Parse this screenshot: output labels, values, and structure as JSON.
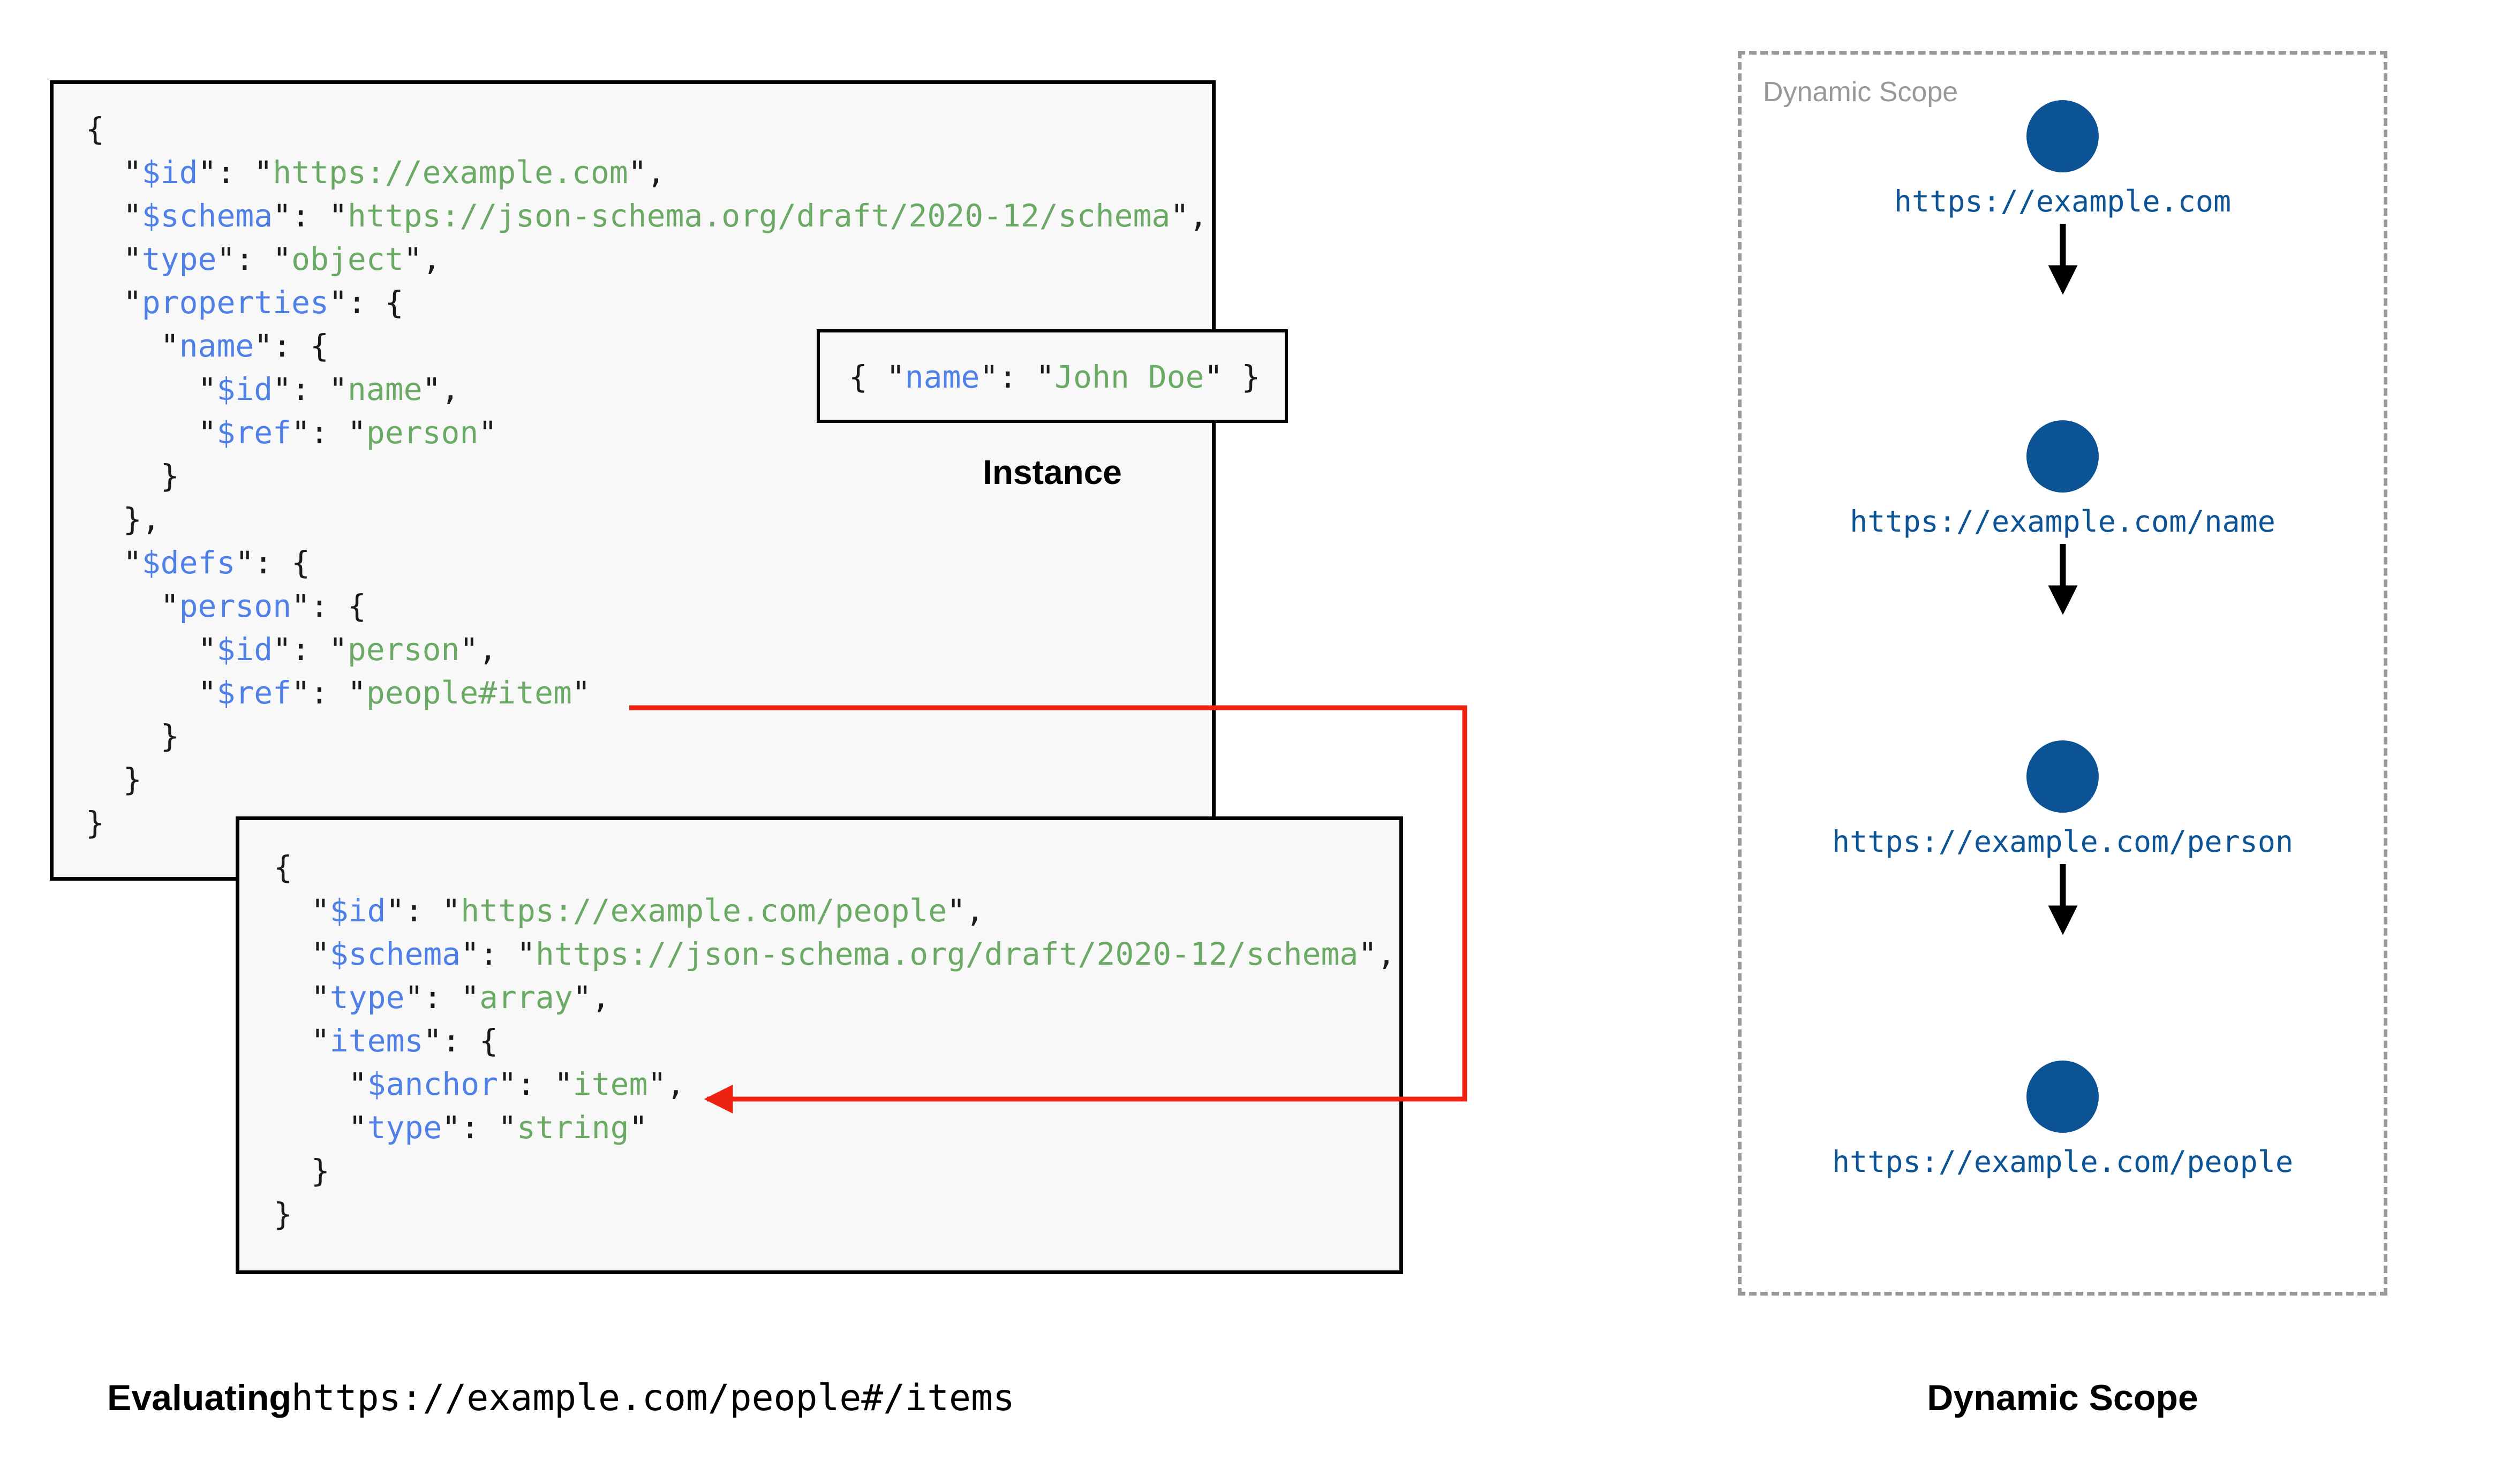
{
  "diagram": {
    "title": "JSON Schema dynamic scope evaluation",
    "colors": {
      "key": "#4f80e8",
      "string": "#6aaa64",
      "punct": "#1a1a1a",
      "box_border": "#000000",
      "box_background": "#f8f8f8",
      "ref_arrow": "#ee2211",
      "scope_border": "#999999",
      "scope_label": "#999999",
      "node_fill": "#0b5394",
      "node_label": "#0d5496",
      "page_background": "#ffffff"
    }
  },
  "schema_root": {
    "name": "root-schema-box",
    "lines": [
      [
        {
          "t": "punct",
          "v": "{"
        }
      ],
      [
        {
          "t": "punct",
          "v": "  \""
        },
        {
          "t": "key",
          "v": "$id"
        },
        {
          "t": "punct",
          "v": "\": \""
        },
        {
          "t": "str",
          "v": "https://example.com"
        },
        {
          "t": "punct",
          "v": "\","
        }
      ],
      [
        {
          "t": "punct",
          "v": "  \""
        },
        {
          "t": "key",
          "v": "$schema"
        },
        {
          "t": "punct",
          "v": "\": \""
        },
        {
          "t": "str",
          "v": "https://json-schema.org/draft/2020-12/schema"
        },
        {
          "t": "punct",
          "v": "\","
        }
      ],
      [
        {
          "t": "punct",
          "v": "  \""
        },
        {
          "t": "key",
          "v": "type"
        },
        {
          "t": "punct",
          "v": "\": \""
        },
        {
          "t": "str",
          "v": "object"
        },
        {
          "t": "punct",
          "v": "\","
        }
      ],
      [
        {
          "t": "punct",
          "v": "  \""
        },
        {
          "t": "key",
          "v": "properties"
        },
        {
          "t": "punct",
          "v": "\": {"
        }
      ],
      [
        {
          "t": "punct",
          "v": "    \""
        },
        {
          "t": "key",
          "v": "name"
        },
        {
          "t": "punct",
          "v": "\": {"
        }
      ],
      [
        {
          "t": "punct",
          "v": "      \""
        },
        {
          "t": "key",
          "v": "$id"
        },
        {
          "t": "punct",
          "v": "\": \""
        },
        {
          "t": "str",
          "v": "name"
        },
        {
          "t": "punct",
          "v": "\","
        }
      ],
      [
        {
          "t": "punct",
          "v": "      \""
        },
        {
          "t": "key",
          "v": "$ref"
        },
        {
          "t": "punct",
          "v": "\": \""
        },
        {
          "t": "str",
          "v": "person"
        },
        {
          "t": "punct",
          "v": "\""
        }
      ],
      [
        {
          "t": "punct",
          "v": "    }"
        }
      ],
      [
        {
          "t": "punct",
          "v": "  },"
        }
      ],
      [
        {
          "t": "punct",
          "v": "  \""
        },
        {
          "t": "key",
          "v": "$defs"
        },
        {
          "t": "punct",
          "v": "\": {"
        }
      ],
      [
        {
          "t": "punct",
          "v": "    \""
        },
        {
          "t": "key",
          "v": "person"
        },
        {
          "t": "punct",
          "v": "\": {"
        }
      ],
      [
        {
          "t": "punct",
          "v": "      \""
        },
        {
          "t": "key",
          "v": "$id"
        },
        {
          "t": "punct",
          "v": "\": \""
        },
        {
          "t": "str",
          "v": "person"
        },
        {
          "t": "punct",
          "v": "\","
        }
      ],
      [
        {
          "t": "punct",
          "v": "      \""
        },
        {
          "t": "key",
          "v": "$ref"
        },
        {
          "t": "punct",
          "v": "\": \""
        },
        {
          "t": "str",
          "v": "people#item"
        },
        {
          "t": "punct",
          "v": "\""
        }
      ],
      [
        {
          "t": "punct",
          "v": "    }"
        }
      ],
      [
        {
          "t": "punct",
          "v": "  }"
        }
      ],
      [
        {
          "t": "punct",
          "v": "}"
        }
      ]
    ]
  },
  "instance": {
    "label": "Instance",
    "lines": [
      [
        {
          "t": "punct",
          "v": "{ \""
        },
        {
          "t": "key",
          "v": "name"
        },
        {
          "t": "punct",
          "v": "\": \""
        },
        {
          "t": "str",
          "v": "John Doe"
        },
        {
          "t": "punct",
          "v": "\" }"
        }
      ]
    ]
  },
  "schema_people": {
    "name": "people-schema-box",
    "lines": [
      [
        {
          "t": "punct",
          "v": "{"
        }
      ],
      [
        {
          "t": "punct",
          "v": "  \""
        },
        {
          "t": "key",
          "v": "$id"
        },
        {
          "t": "punct",
          "v": "\": \""
        },
        {
          "t": "str",
          "v": "https://example.com/people"
        },
        {
          "t": "punct",
          "v": "\","
        }
      ],
      [
        {
          "t": "punct",
          "v": "  \""
        },
        {
          "t": "key",
          "v": "$schema"
        },
        {
          "t": "punct",
          "v": "\": \""
        },
        {
          "t": "str",
          "v": "https://json-schema.org/draft/2020-12/schema"
        },
        {
          "t": "punct",
          "v": "\","
        }
      ],
      [
        {
          "t": "punct",
          "v": "  \""
        },
        {
          "t": "key",
          "v": "type"
        },
        {
          "t": "punct",
          "v": "\": \""
        },
        {
          "t": "str",
          "v": "array"
        },
        {
          "t": "punct",
          "v": "\","
        }
      ],
      [
        {
          "t": "punct",
          "v": "  \""
        },
        {
          "t": "key",
          "v": "items"
        },
        {
          "t": "punct",
          "v": "\": {"
        }
      ],
      [
        {
          "t": "punct",
          "v": "    \""
        },
        {
          "t": "key",
          "v": "$anchor"
        },
        {
          "t": "punct",
          "v": "\": \""
        },
        {
          "t": "str",
          "v": "item"
        },
        {
          "t": "punct",
          "v": "\","
        }
      ],
      [
        {
          "t": "punct",
          "v": "    \""
        },
        {
          "t": "key",
          "v": "type"
        },
        {
          "t": "punct",
          "v": "\": \""
        },
        {
          "t": "str",
          "v": "string"
        },
        {
          "t": "punct",
          "v": "\""
        }
      ],
      [
        {
          "t": "punct",
          "v": "  }"
        }
      ],
      [
        {
          "t": "punct",
          "v": "}"
        }
      ]
    ]
  },
  "ref_arrow": {
    "from_label": "\"$ref\": \"people#item\"",
    "to_label": "\"$anchor\": \"item\"",
    "color": "#ee2211"
  },
  "evaluating_caption": {
    "prefix": "Evaluating",
    "uri": "https://example.com/people#/items"
  },
  "dynamic_scope": {
    "inner_label": "Dynamic Scope",
    "caption": "Dynamic Scope",
    "nodes": [
      {
        "label": "https://example.com"
      },
      {
        "label": "https://example.com/name"
      },
      {
        "label": "https://example.com/person"
      },
      {
        "label": "https://example.com/people"
      }
    ]
  }
}
